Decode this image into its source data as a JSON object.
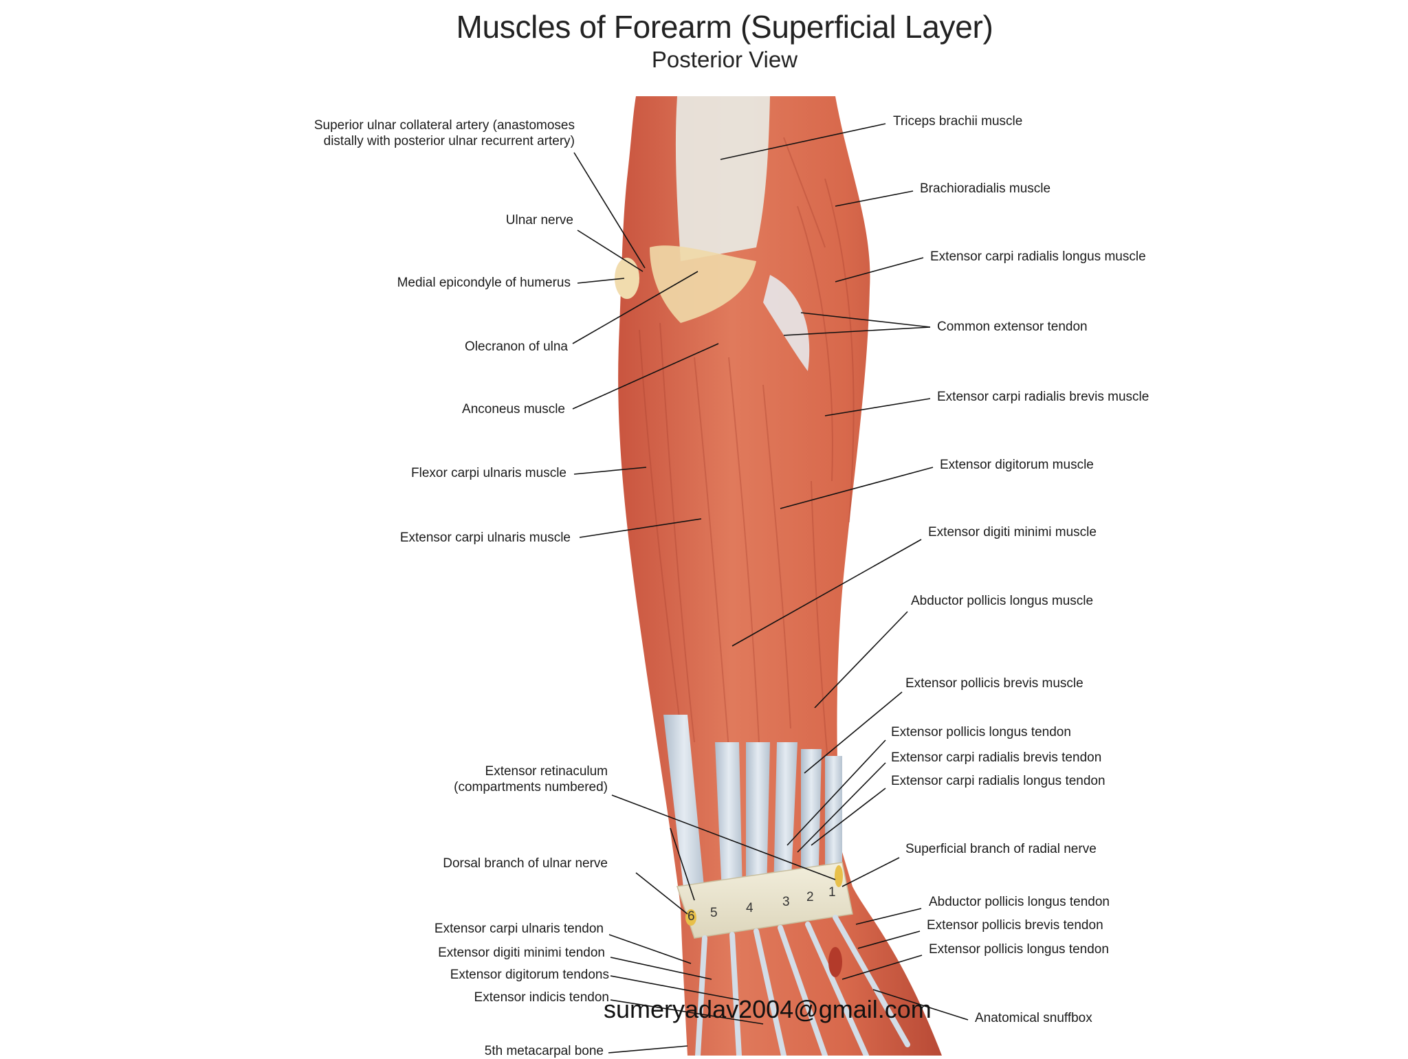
{
  "title": "Muscles of Forearm (Superficial Layer)",
  "subtitle": "Posterior View",
  "labels_left": [
    "Superior ulnar collateral artery (anastomoses\ndistally with posterior ulnar recurrent artery)",
    "Ulnar nerve",
    "Medial epicondyle of humerus",
    "Olecranon of ulna",
    "Anconeus muscle",
    "Flexor carpi ulnaris muscle",
    "Extensor carpi ulnaris muscle",
    "Extensor retinaculum\n(compartments numbered)",
    "Dorsal branch of ulnar nerve",
    "Extensor carpi ulnaris tendon",
    "Extensor digiti minimi tendon",
    "Extensor digitorum tendons",
    "Extensor indicis tendon",
    "5th metacarpal bone"
  ],
  "labels_right": [
    "Triceps brachii muscle",
    "Brachioradialis muscle",
    "Extensor carpi radialis longus muscle",
    "Common extensor tendon",
    "Extensor carpi radialis brevis muscle",
    "Extensor digitorum muscle",
    "Extensor digiti minimi muscle",
    "Abductor pollicis longus muscle",
    "Extensor pollicis brevis muscle",
    "Extensor pollicis longus tendon",
    "Extensor carpi radialis brevis tendon",
    "Extensor carpi radialis longus tendon",
    "Superficial branch of radial nerve",
    "Abductor pollicis longus tendon",
    "Extensor pollicis brevis tendon",
    "Extensor pollicis longus tendon",
    "Anatomical snuffbox"
  ],
  "compartment_numbers": [
    "6",
    "5",
    "4",
    "3",
    "2",
    "1"
  ],
  "watermark": "sumeryadav2004@gmail.com"
}
